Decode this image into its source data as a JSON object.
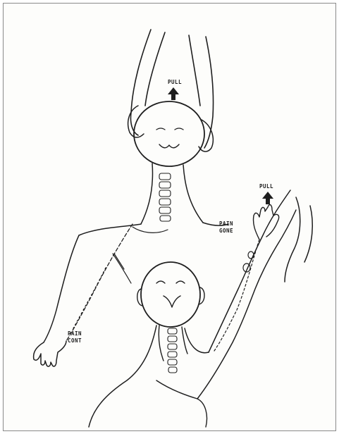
{
  "labels": {
    "pull_top": "PULL",
    "pull_right": "PULL",
    "pain_gone_line1": "PAIN",
    "pain_gone_line2": "GONE",
    "pain_cont_line1": "PAIN",
    "pain_cont_line2": "CONT"
  }
}
